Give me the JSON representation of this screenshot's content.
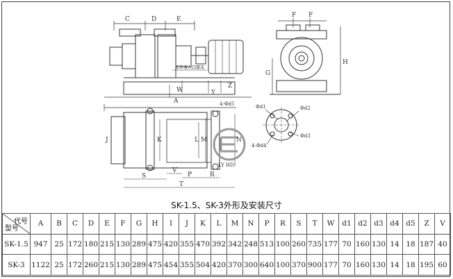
{
  "drawing": {
    "top_dims": [
      "C",
      "D",
      "E",
      "A",
      "W",
      "Z",
      "Y",
      "F",
      "F",
      "G",
      "H"
    ],
    "flange_label": "工作液入口接法",
    "plan_dims": [
      "4-Φd5",
      "J",
      "K",
      "L",
      "M",
      "N",
      "S",
      "V",
      "P",
      "R",
      "T"
    ],
    "flange_detail": [
      "Φd1",
      "Φd2",
      "Φd3",
      "4-Φd4"
    ],
    "logo_text": "LY  HD"
  },
  "caption": "SK-1.5、SK-3外形及安装尺寸",
  "table": {
    "corner_top": "代号",
    "corner_bottom": "型号",
    "headers": [
      "A",
      "B",
      "C",
      "D",
      "E",
      "F",
      "G",
      "H",
      "I",
      "J",
      "K",
      "L",
      "M",
      "N",
      "P",
      "R",
      "S",
      "T",
      "W",
      "d1",
      "d2",
      "d3",
      "d4",
      "d5",
      "Z",
      "V"
    ],
    "rows": [
      {
        "model": "SK-1.5",
        "values": [
          "947",
          "25",
          "172",
          "180",
          "215",
          "130",
          "289",
          "475",
          "420",
          "355",
          "470",
          "392",
          "342",
          "248",
          "513",
          "100",
          "260",
          "735",
          "177",
          "70",
          "160",
          "130",
          "14",
          "18",
          "187",
          "40"
        ]
      },
      {
        "model": "SK-3",
        "values": [
          "1122",
          "25",
          "172",
          "260",
          "215",
          "130",
          "289",
          "475",
          "454",
          "355",
          "504",
          "420",
          "370",
          "300",
          "640",
          "100",
          "370",
          "900",
          "177",
          "70",
          "160",
          "130",
          "14",
          "18",
          "195",
          "60"
        ]
      }
    ]
  }
}
